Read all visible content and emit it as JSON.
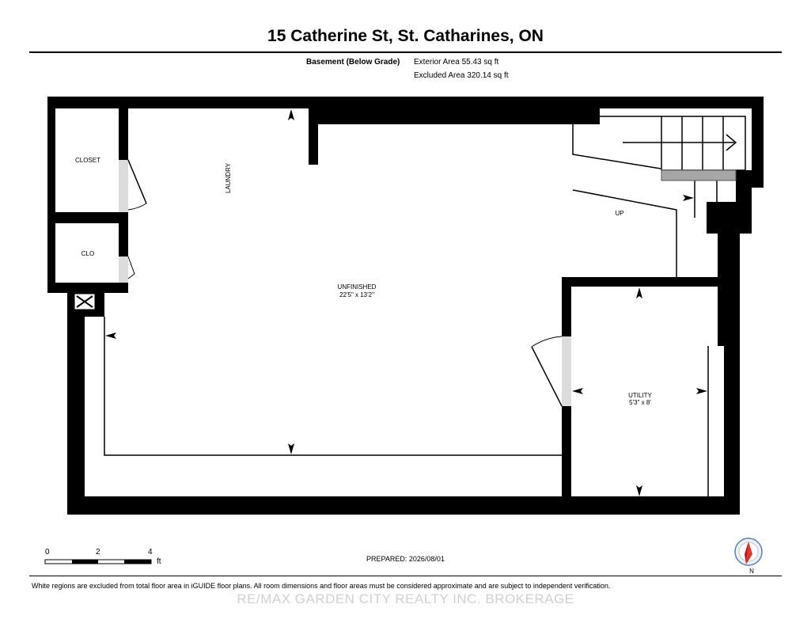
{
  "header": {
    "title": "15 Catherine St, St. Catharines, ON",
    "level_label": "Basement (Below Grade)",
    "exterior_area": "Exterior Area 55.43 sq ft",
    "excluded_area": "Excluded Area 320.14 sq ft"
  },
  "rooms": {
    "closet": "CLOSET",
    "clo": "CLO",
    "laundry": "LAUNDRY",
    "unfinished": "UNFINISHED",
    "unfinished_dims": "22'5\" x 13'2\"",
    "utility": "UTILITY",
    "utility_dims": "5'3\" x 8'",
    "stairs": "UP"
  },
  "scale_bar": {
    "labels": [
      "0",
      "2",
      "4"
    ],
    "unit": "ft"
  },
  "compass": {
    "north_label": "N",
    "needle_color": "#e63329"
  },
  "footer": {
    "prepared": "PREPARED: 2026/08/01",
    "disclaimer": "White regions are excluded from total floor area in iGUIDE floor plans. All room dimensions and floor areas must be considered approximate and are subject to independent verification.",
    "watermark": "RE/MAX GARDEN CITY REALTY INC. BROKERAGE"
  }
}
